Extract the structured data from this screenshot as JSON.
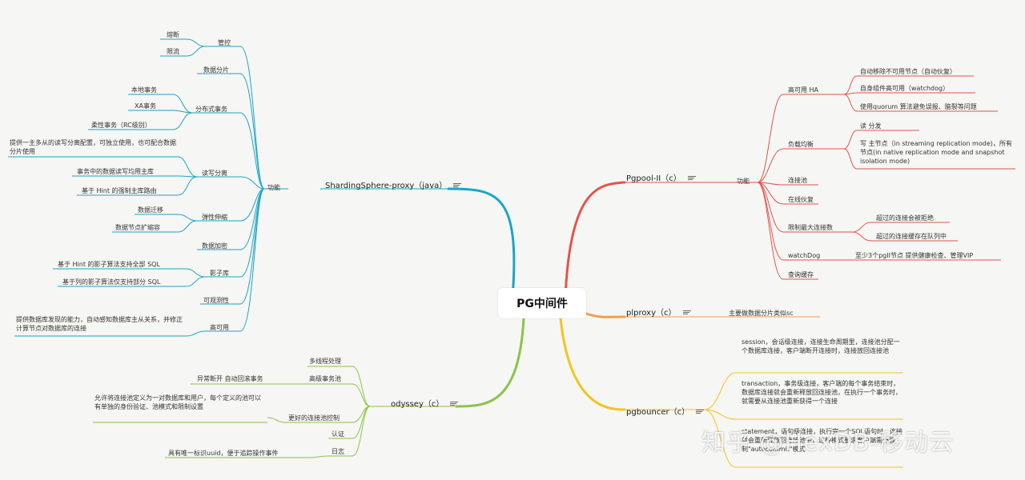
{
  "central": "PG中间件",
  "watermark": "知乎 @HexDB-移动云",
  "colors": {
    "sharding": "#1aa5c9",
    "pgpool": "#e5534b",
    "plproxy": "#f0a04b",
    "pgbouncer": "#f3c41c",
    "odyssey": "#8cc34a"
  },
  "sharding": {
    "title": "ShardingSphere-proxy（java）",
    "func": "功能",
    "manage": "管控",
    "manage_c1": "熔断",
    "manage_c2": "限流",
    "split": "数据分片",
    "tx": "分布式事务",
    "tx_c1": "本地事务",
    "tx_c2": "XA事务",
    "tx_c3": "柔性事务（RC级别）",
    "rw": "读写分离",
    "rw_c1": "提供一主多从的读写分离配置，可独立使用，也可配合数据分片使用",
    "rw_c2": "事务中的数据读写均用主库",
    "rw_c3": "基于 Hint 的强制主库路由",
    "scale": "弹性伸缩",
    "scale_c1": "数据迁移",
    "scale_c2": "数据节点扩缩容",
    "enc": "数据加密",
    "shadow": "影子库",
    "shadow_c1": "基于 Hint 的影子算法支持全部 SQL",
    "shadow_c2": "基于列的影子算法仅支持部分 SQL",
    "obs": "可观测性",
    "ha": "高可用",
    "ha_c1": "提供数据库发现的能力，自动感知数据库主从关系，并修正计算节点对数据库的连接"
  },
  "pgpool": {
    "title": "Pgpool-II（c）",
    "func": "功能",
    "ha": "高可用 HA",
    "ha_c1": "自动移除不可用节点（自动伙复）",
    "ha_c2": "自身组件高可用（watchdog）",
    "ha_c3": "使用quorum 算法避免误报、脑裂等问题",
    "lb": "负载均衡",
    "lb_c1": "读  分发",
    "lb_c2": "写 主节点（in streaming replication mode)，所有节点(in native replication mode and snapshot isolation mode)",
    "pool": "连接池",
    "online": "在线伙复",
    "limit": "限制最大连接数",
    "limit_c1": "超过的连接会被拒绝",
    "limit_c2": "超过的连接缓存在队列中",
    "wd": "watchDog",
    "wd_c1": "至少3个pgII节点 提供健康检查、管理VIP",
    "cache": "查询缓存"
  },
  "plproxy": {
    "title": "plproxy（c）",
    "c1": "主要做数据分片类似sc"
  },
  "pgbouncer": {
    "title": "pgbouncer（c）",
    "c1": "session，会话级连接，连接生命周期里，连接池分配一个数据库连接，客户端断开连接时，连接放回连接池",
    "c2": "transaction，事务级连接，客户端的每个事务结束时，数据库连接就会重新释放回连接池，在执行一个事务时，就需要从连接池重新获得一个连接",
    "c3": "statement，语句级连接，执行完一个SQL语句时，连接就会重新释放回连接池中，这种模式要求客户端需要强制\"autocommit\"模式"
  },
  "odyssey": {
    "title": "odyssey（c）",
    "c1": "多线程处理",
    "c2": "高级事务池",
    "c2_c1": "异常断开 自动回滚事务",
    "c3": "更好的连接池控制",
    "c3_c1": "允许将连接池定义为一对数据库和用户，每个定义的池可以有单独的身份验证、池模式和限制设置",
    "c4": "认证",
    "c5": "日志",
    "c5_c1": "具有唯一标识uuid，便于追踪操作事件"
  }
}
